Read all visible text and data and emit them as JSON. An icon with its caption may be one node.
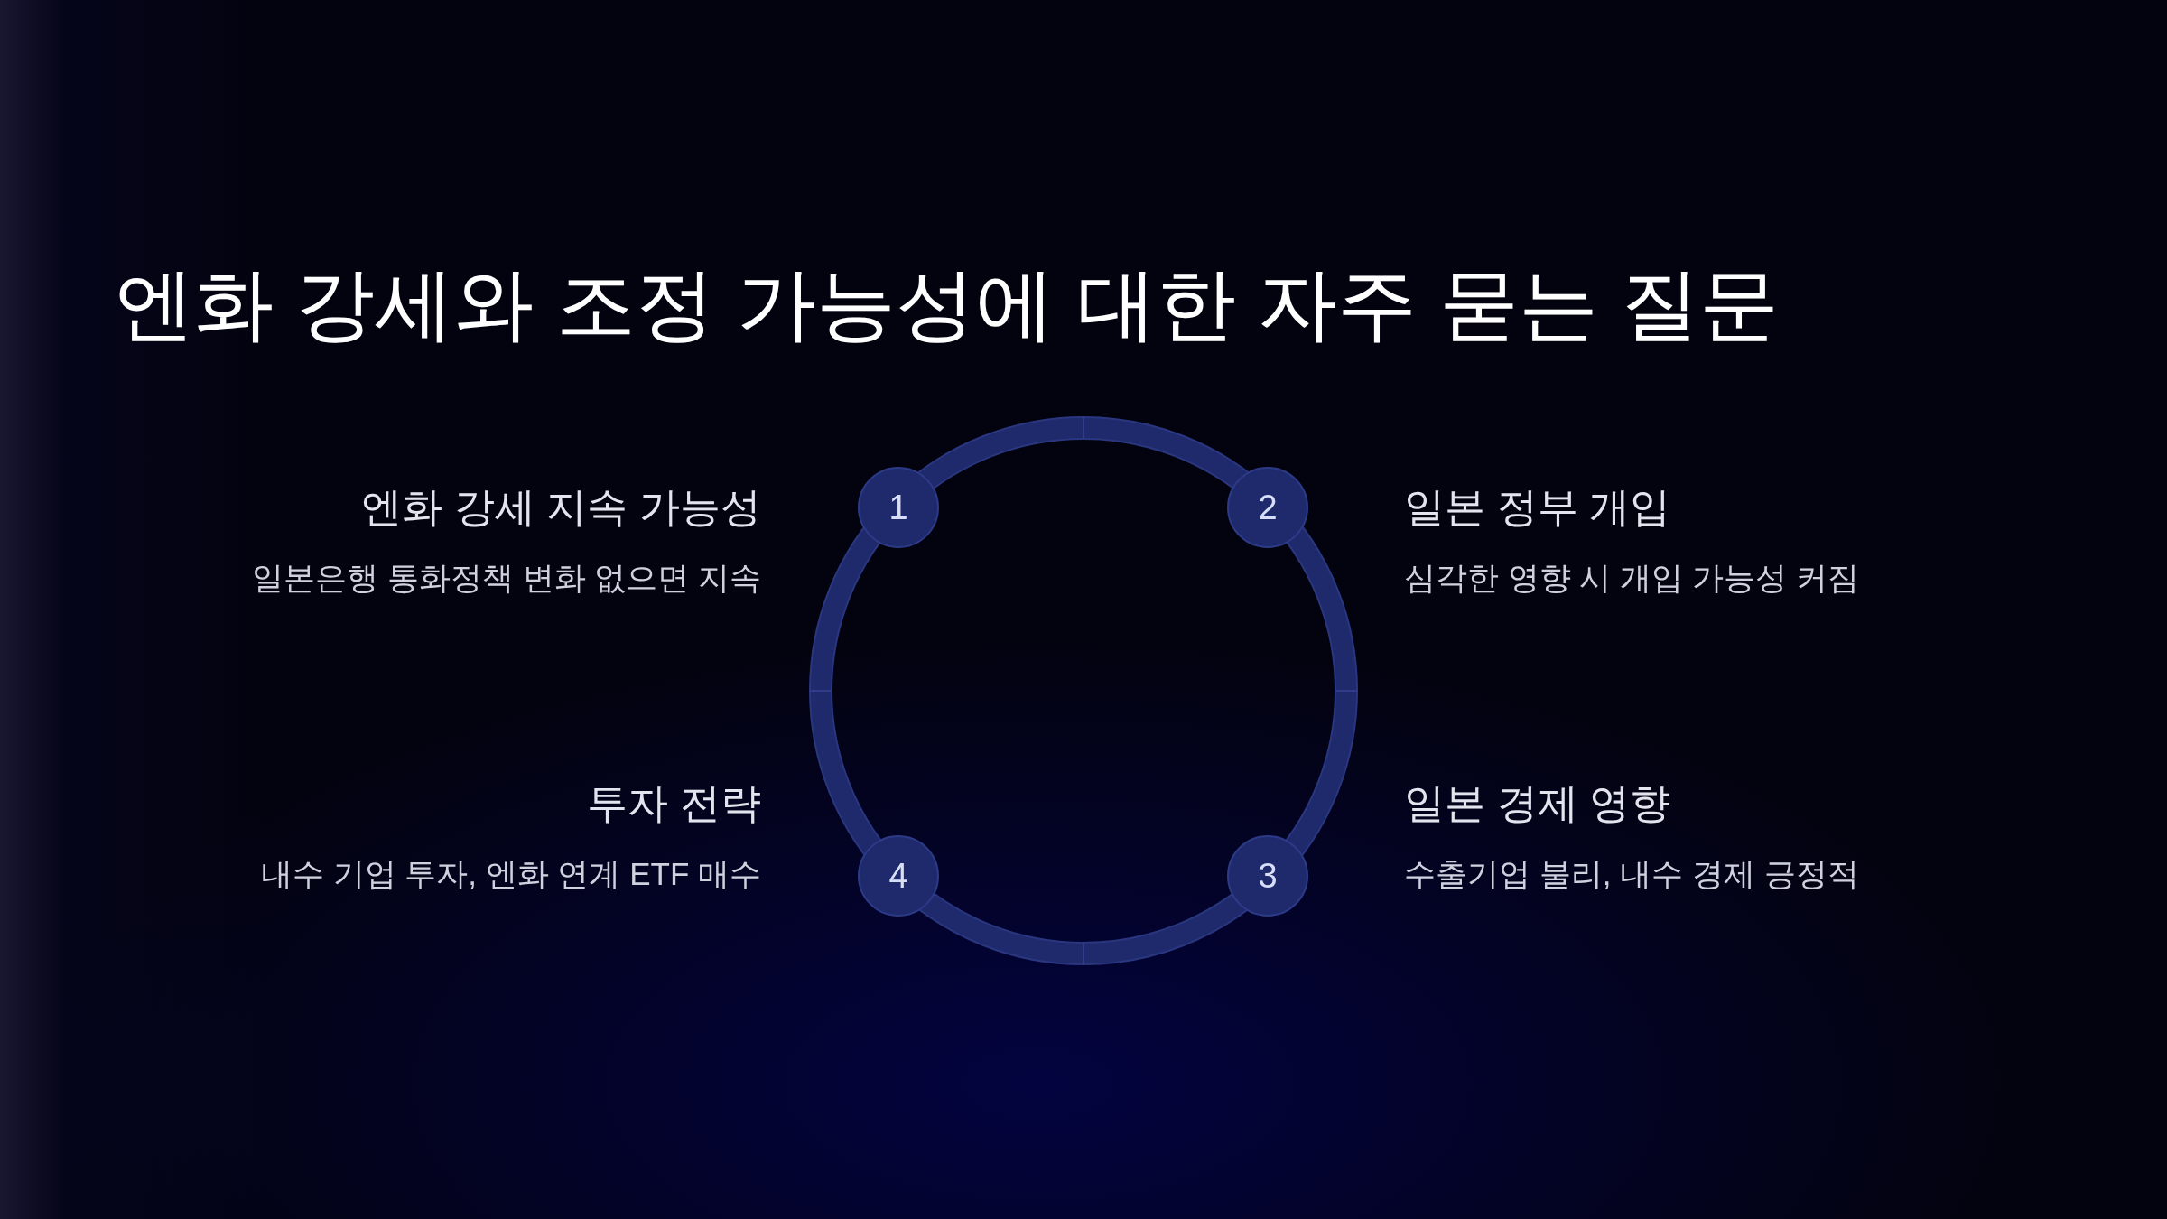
{
  "diagram": {
    "title": "엔화 강세와 조정 가능성에 대한 자주 묻는 질문",
    "nodes": [
      {
        "text": [
          "1"
        ]
      },
      {
        "text": [
          "2"
        ]
      },
      {
        "text": [
          "3"
        ]
      },
      {
        "text": [
          "4"
        ]
      }
    ],
    "labels": [
      "엔화 강세 지속 가능성",
      "일본은행 통화정책 변화 없으면 지속",
      "일본 정부 개입",
      "심각한 영향 시 개입 가능성 커짐",
      "투자 전략",
      "내수 기업 투자, 엔화 연계 ETF 매수",
      "일본 경제 영향",
      "수출기업 불리, 내수 경제 긍정적"
    ]
  }
}
